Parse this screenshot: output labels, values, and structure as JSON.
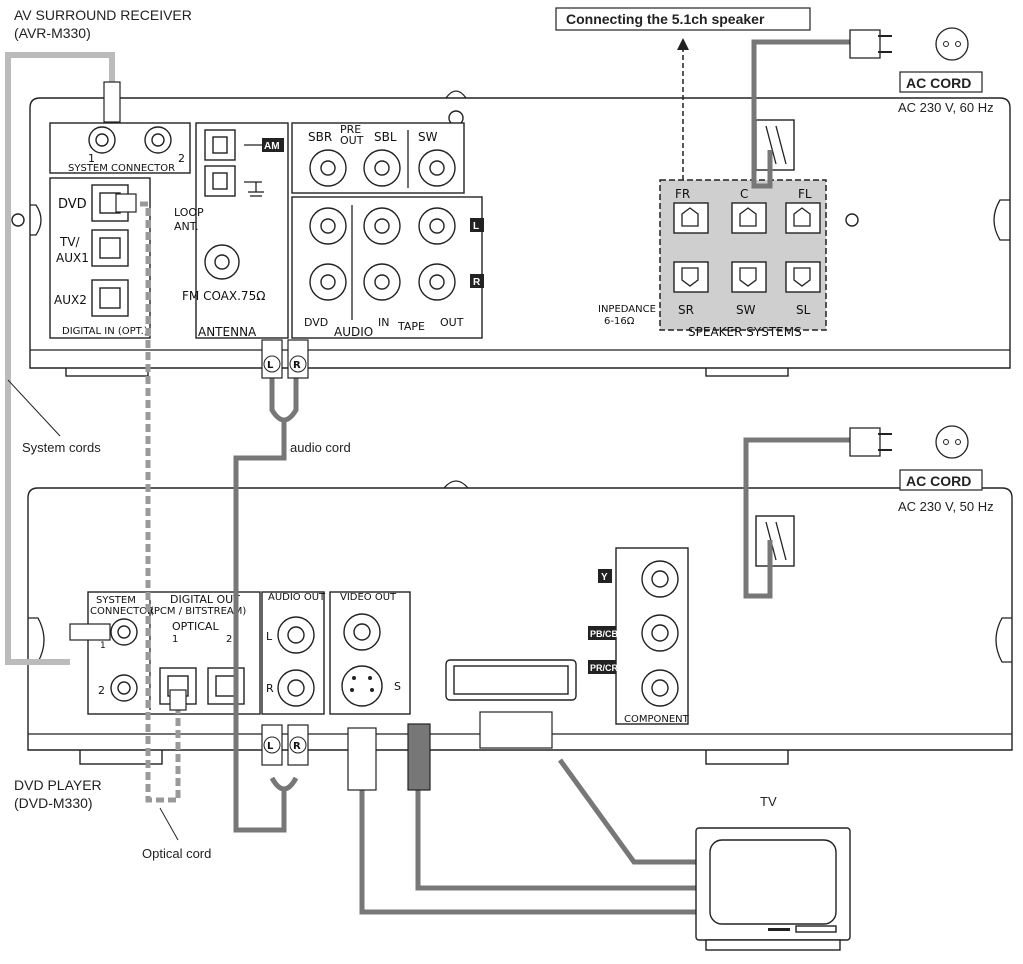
{
  "receiver": {
    "name": "AV SURROUND RECEIVER",
    "model": "(AVR-M330)",
    "system_connector": "SYSTEM CONNECTOR",
    "sc_num_1": "1",
    "sc_num_2": "2",
    "digital_in_inputs": [
      "DVD",
      "TV/",
      "AUX1",
      "AUX2"
    ],
    "digital_in_label": "DIGITAL IN (OPT.)",
    "am_label": "AM",
    "loop_ant": [
      "LOOP",
      "ANT."
    ],
    "fm_label": "FM COAX.75Ω",
    "antenna_label": "ANTENNA",
    "pre_out_labels": [
      "SBR",
      "PRE",
      "OUT",
      "SBL",
      "SW"
    ],
    "lr_badges": [
      "L",
      "R"
    ],
    "dvd_label": "DVD",
    "audio_label": "AUDIO",
    "tape_labels": [
      "IN",
      "TAPE",
      "OUT"
    ],
    "speaker_top": [
      "FR",
      "C",
      "FL"
    ],
    "speaker_bottom": [
      "SR",
      "SW",
      "SL"
    ],
    "impedance": [
      "INPEDANCE",
      "6-16Ω"
    ],
    "speaker_systems": "SPEAKER SYSTEMS"
  },
  "callout_51": "Connecting the 5.1ch speaker",
  "ac_cord_1": {
    "label": "AC CORD",
    "spec": "AC 230 V, 60 Hz"
  },
  "ac_cord_2": {
    "label": "AC CORD",
    "spec": "AC 230 V, 50 Hz"
  },
  "system_cords_label": "System cords",
  "audio_cord_label": "audio cord",
  "optical_cord_label": "Optical cord",
  "plug_letters": [
    "L",
    "R"
  ],
  "dvd": {
    "name": "DVD PLAYER",
    "model": "(DVD-M330)",
    "system_connector": [
      "SYSTEM",
      "CONNECTOR"
    ],
    "sc_num_1": "1",
    "sc_num_2": "2",
    "digital_out": [
      "DIGITAL OUT",
      "(PCM / BITSTREAM)",
      "OPTICAL",
      "1",
      "2"
    ],
    "audio_out": "AUDIO OUT",
    "audio_lr": [
      "L",
      "R"
    ],
    "video_out": "VIDEO OUT",
    "s_label": "S",
    "component_labels": [
      "Y",
      "PB/CB",
      "PR/CR"
    ],
    "component_label": "COMPONENT"
  },
  "tv_label": "TV"
}
